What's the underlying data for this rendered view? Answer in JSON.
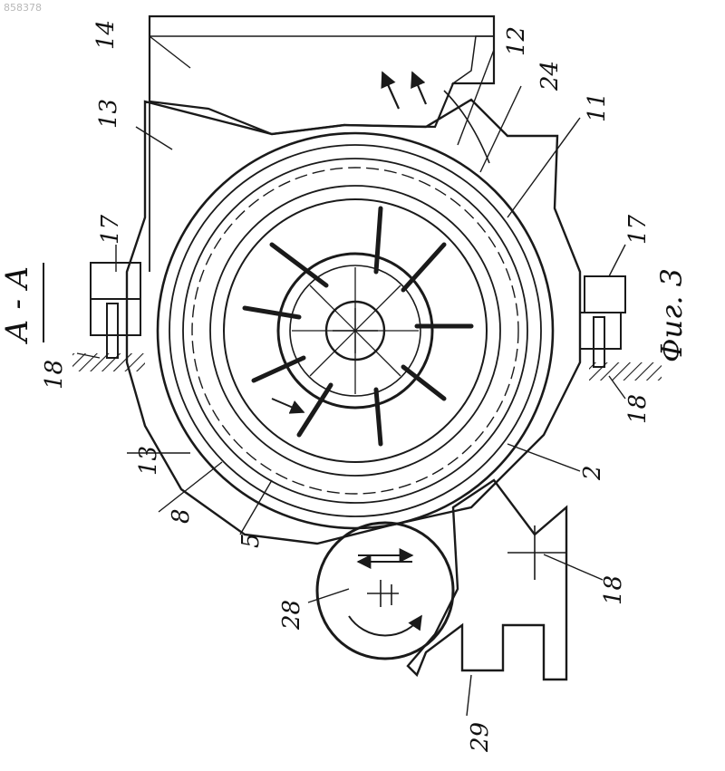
{
  "watermark": "858378",
  "figure": {
    "section_label": "А - А",
    "caption": "Фиг. 3"
  },
  "callouts": [
    {
      "id": "c14",
      "text": "14"
    },
    {
      "id": "c12",
      "text": "12"
    },
    {
      "id": "c24",
      "text": "24"
    },
    {
      "id": "c11",
      "text": "11"
    },
    {
      "id": "c13a",
      "text": "13"
    },
    {
      "id": "c13b",
      "text": "13"
    },
    {
      "id": "c17a",
      "text": "17"
    },
    {
      "id": "c17b",
      "text": "17"
    },
    {
      "id": "c18a",
      "text": "18"
    },
    {
      "id": "c18b",
      "text": "18"
    },
    {
      "id": "c18c",
      "text": "18"
    },
    {
      "id": "c8",
      "text": "8"
    },
    {
      "id": "c5",
      "text": "5"
    },
    {
      "id": "c2",
      "text": "2"
    },
    {
      "id": "c28",
      "text": "28"
    },
    {
      "id": "c29",
      "text": "29"
    }
  ]
}
